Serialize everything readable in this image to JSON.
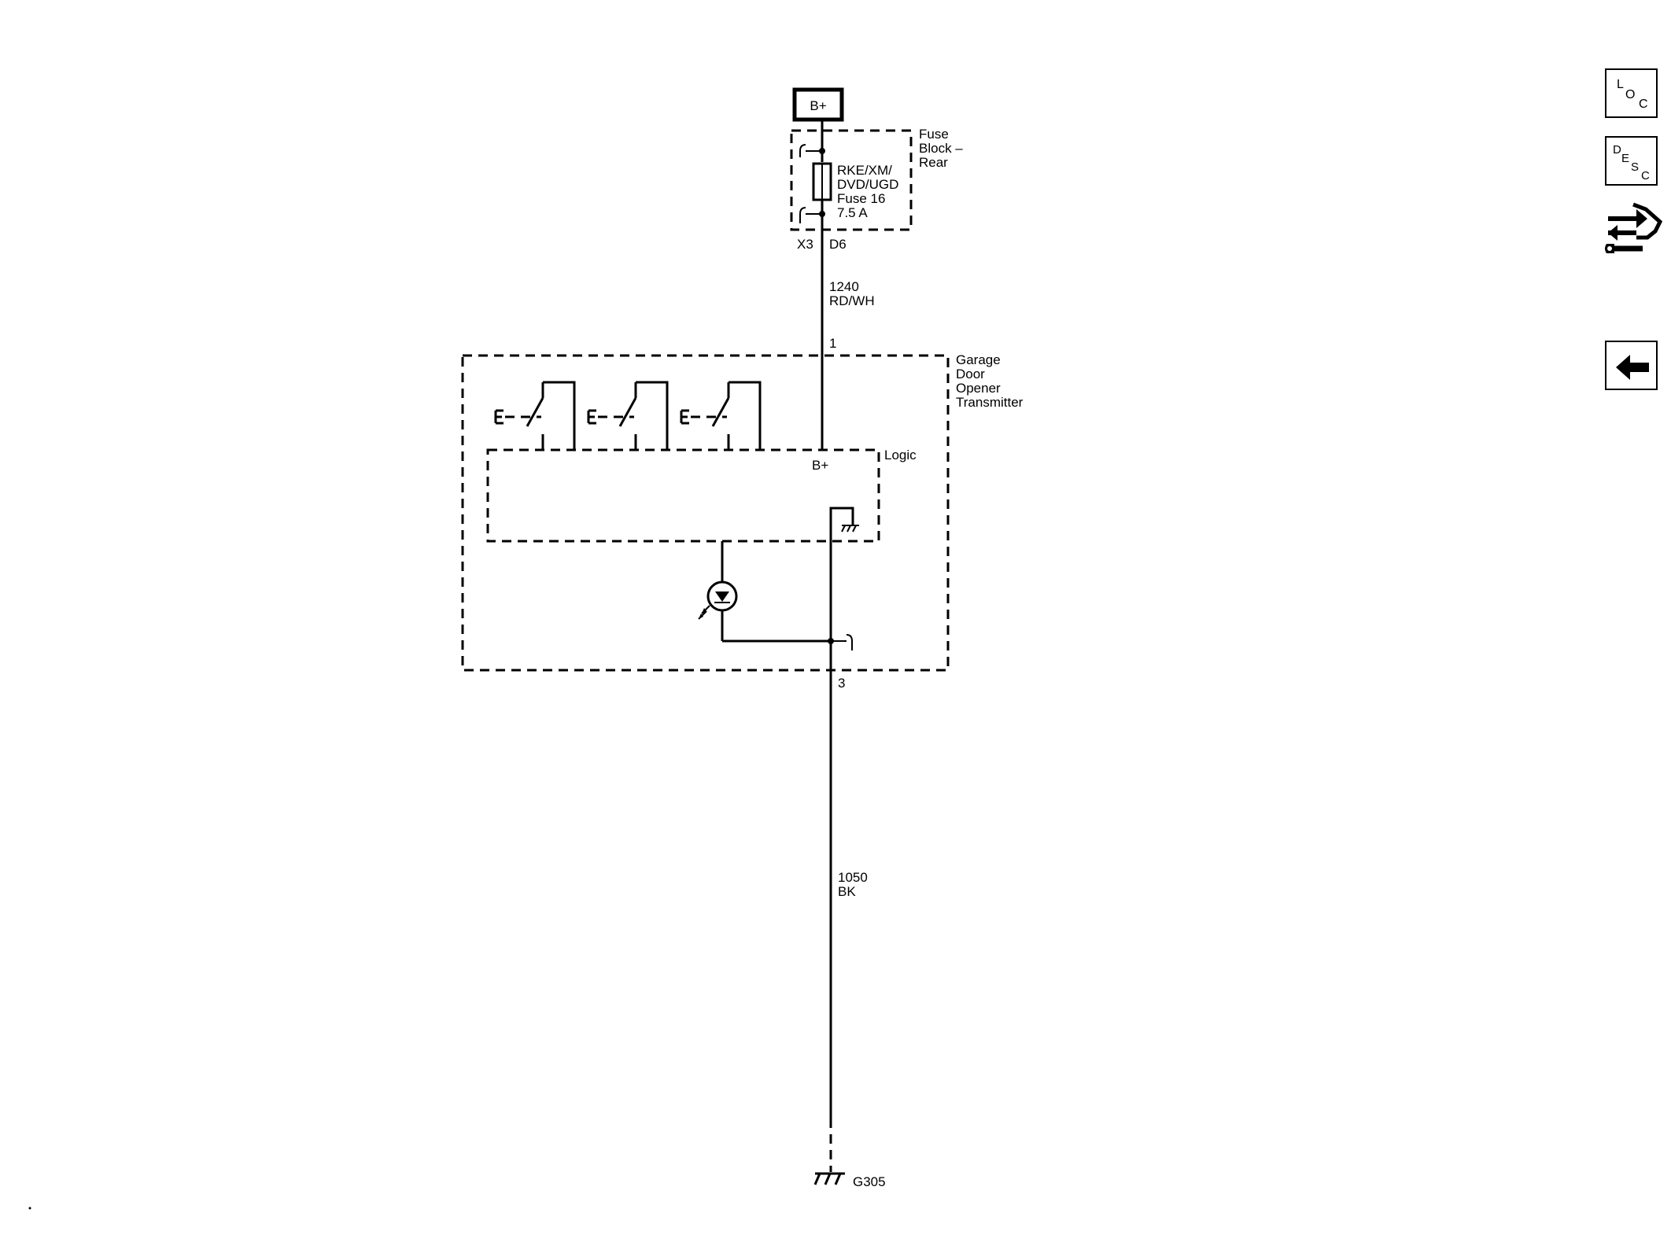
{
  "power_source": {
    "label": "B+"
  },
  "fuse_block": {
    "name_lines": [
      "Fuse",
      "Block –",
      "Rear"
    ],
    "fuse_lines": [
      "RKE/XM/",
      "DVD/UGD",
      "Fuse 16",
      "7.5 A"
    ],
    "connector": "X3",
    "pin": "D6"
  },
  "wire_power": {
    "circuit": "1240",
    "color": "RD/WH"
  },
  "garage_door_opener": {
    "pin_power": "1",
    "name_lines": [
      "Garage",
      "Door",
      "Opener",
      "Transmitter"
    ],
    "logic_label": "Logic",
    "logic_bplus": "B+",
    "pin_ground": "3"
  },
  "wire_ground": {
    "circuit": "1050",
    "color": "BK"
  },
  "ground": {
    "label": "G305"
  },
  "side_nav": {
    "loc": [
      "L",
      "O",
      "C"
    ],
    "desc": [
      "D",
      "E",
      "S",
      "C"
    ]
  }
}
